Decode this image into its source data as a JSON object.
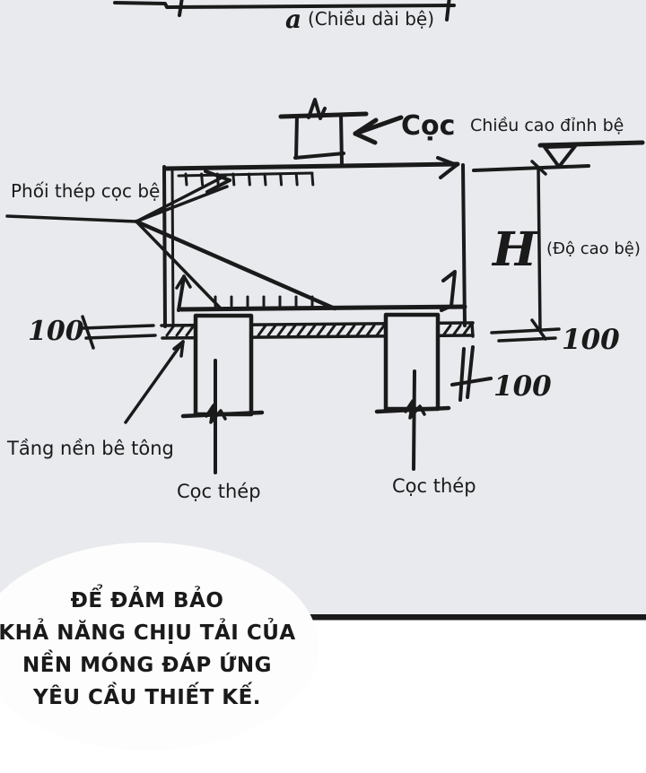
{
  "panel": {
    "bg_color": "#e8eaed",
    "ink_color": "#1a1a1a",
    "bubble_fill": "#fdfdfd",
    "page_bg": "#ffffff"
  },
  "diagram": {
    "top_dimension": {
      "symbol": "a",
      "label": "(Chiều dài bệ)"
    },
    "pile_pointer_label": "Cọc",
    "cap_top_level_label": "Chiều cao đỉnh bệ",
    "rebar_label": "Phối thép cọc bệ",
    "height": {
      "symbol": "H",
      "label": "(Độ cao bệ)"
    },
    "dim_left": "100",
    "dim_right": "100",
    "dim_pile_embed": "100",
    "lean_concrete_label": "Tầng nền bê tông",
    "steel_pile_labels": [
      "Cọc thép",
      "Cọc thép"
    ]
  },
  "speech_bubble": {
    "lines": [
      "ĐỂ ĐẢM BẢO",
      "KHẢ NĂNG CHỊU TẢI CỦA",
      "NỀN MÓNG ĐÁP ỨNG",
      "YÊU CẦU THIẾT KẾ."
    ]
  }
}
